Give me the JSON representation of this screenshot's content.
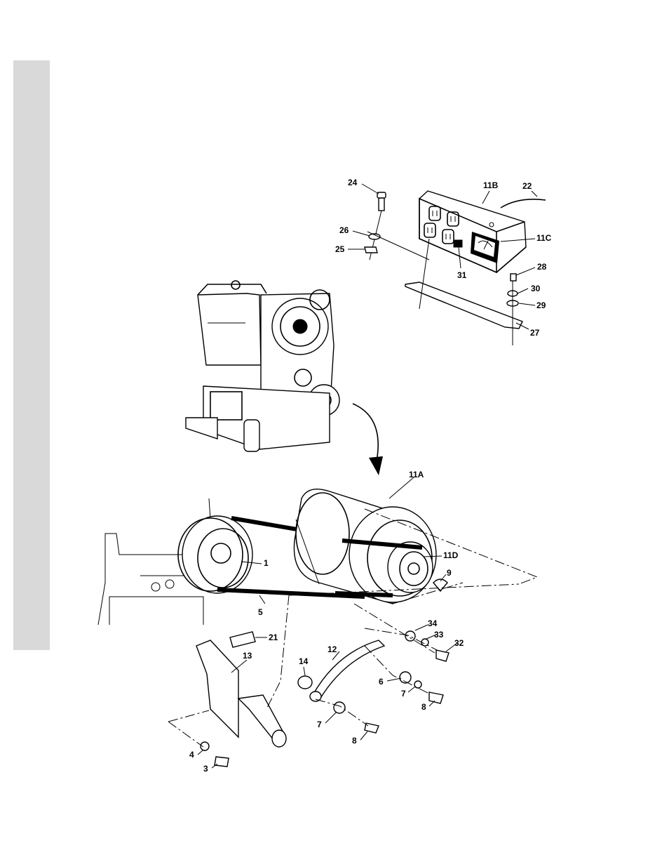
{
  "callouts": {
    "c24": "24",
    "c26": "26",
    "c25": "25",
    "c11B": "11B",
    "c22": "22",
    "c11C": "11C",
    "c31": "31",
    "c28": "28",
    "c30": "30",
    "c29": "29",
    "c27": "27",
    "c11A": "11A",
    "c11D": "11D",
    "c1": "1",
    "c9": "9",
    "c5": "5",
    "c21": "21",
    "c13": "13",
    "c14": "14",
    "c12": "12",
    "c34": "34",
    "c33": "33",
    "c32": "32",
    "c6": "6",
    "c7a": "7",
    "c8a": "8",
    "c7b": "7",
    "c8b": "8",
    "c4": "4",
    "c3": "3"
  },
  "colors": {
    "ink": "#000000",
    "paper": "#ffffff",
    "side_bar": "#d9d9d9"
  }
}
